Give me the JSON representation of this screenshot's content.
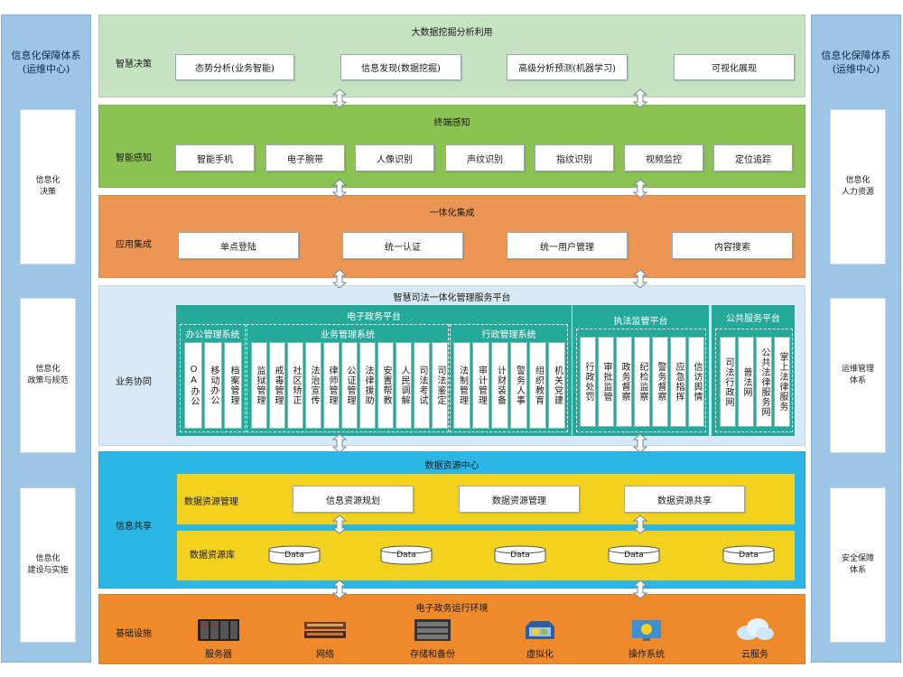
{
  "left_side": {
    "title_line1": "信息化保障体系",
    "title_line2": "(运维中心)",
    "boxes": [
      {
        "line1": "信息化",
        "line2": "决策"
      },
      {
        "line1": "信息化",
        "line2": "政策与规范"
      },
      {
        "line1": "信息化",
        "line2": "建设与实施"
      }
    ]
  },
  "right_side": {
    "title_line1": "信息化保障体系",
    "title_line2": "(运维中心)",
    "boxes": [
      {
        "line1": "信息化",
        "line2": "人力资源"
      },
      {
        "line1": "运维管理",
        "line2": "体系"
      },
      {
        "line1": "安全保障",
        "line2": "体系"
      }
    ]
  },
  "layers": {
    "bigdata": {
      "title": "大数据挖掘分析利用",
      "label": "智慧决策",
      "items": [
        "态势分析(业务智能)",
        "信息发现(数据挖掘)",
        "高级分析预测(机器学习)",
        "可视化展现"
      ]
    },
    "terminal": {
      "title": "终端感知",
      "label": "智能感知",
      "items": [
        "智能手机",
        "电子腕带",
        "人像识别",
        "声纹识别",
        "指纹识别",
        "视频监控",
        "定位追踪"
      ]
    },
    "integration": {
      "title": "一体化集成",
      "label": "应用集成",
      "items": [
        "单点登陆",
        "统一认证",
        "统一用户管理",
        "内容搜索"
      ]
    },
    "platform": {
      "title": "智慧司法一体化管理服务平台",
      "label": "业务协同",
      "egov_title": "电子政务平台",
      "office_title": "办公管理系统",
      "office_items": [
        "OA办公",
        "移动办公",
        "档案管理"
      ],
      "business_title": "业务管理系统",
      "business_items": [
        "监狱管理",
        "戒毒管理",
        "社区矫正",
        "法治宣传",
        "律师管理",
        "公证管理",
        "法律援助",
        "安置帮教",
        "人民调解",
        "司法考试",
        "司法鉴定"
      ],
      "admin_title": "行政管理系统",
      "admin_items": [
        "法制管理",
        "审计管理",
        "计财装备",
        "警务人事",
        "组织教育",
        "机关党建"
      ],
      "enforce_title": "执法监管平台",
      "enforce_items": [
        "行政处罚",
        "审批监管",
        "政务督察",
        "纪检监察",
        "警务督察",
        "应急指挥",
        "信访舆情"
      ],
      "public_title": "公共服务平台",
      "public_items": [
        "司法行政网",
        "普法网",
        "公共法律服务网",
        "掌上法律服务"
      ]
    },
    "data": {
      "title": "数据资源中心",
      "label": "信息共享",
      "mgmt_label": "数据资源管理",
      "mgmt_items": [
        "信息资源规划",
        "数据资源管理",
        "数据资源共享"
      ],
      "lib_label": "数据资源库",
      "cylinder_label": "Data"
    },
    "infra": {
      "title": "电子政务运行环境",
      "label": "基础设施",
      "items": [
        {
          "label": "服务器",
          "icon": "server-icon"
        },
        {
          "label": "网络",
          "icon": "network-icon"
        },
        {
          "label": "存储和备份",
          "icon": "storage-icon"
        },
        {
          "label": "虚拟化",
          "icon": "virtualization-icon"
        },
        {
          "label": "操作系统",
          "icon": "os-icon"
        },
        {
          "label": "云服务",
          "icon": "cloud-icon"
        }
      ]
    }
  },
  "colors": {
    "side": "#9cc5e6",
    "bigdata": "#c5e2c1",
    "terminal": "#8cc153",
    "integration": "#ec9655",
    "platform": "#d6e9f4",
    "teal": "#25a99a",
    "data": "#2bb6e6",
    "data_inner": "#f2d11f",
    "infra": "#ee8a2c"
  }
}
